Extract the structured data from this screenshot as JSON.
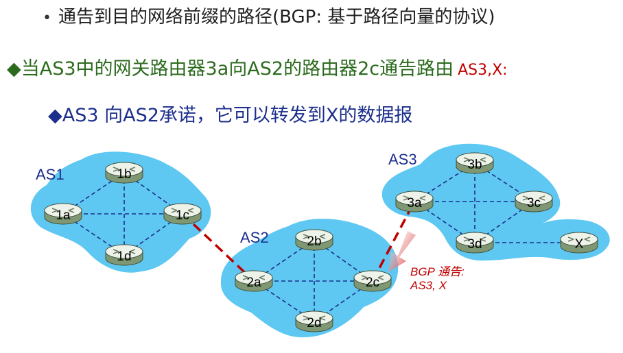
{
  "text": {
    "bullet1": "通告到目的网络前缀的路径(BGP: 基于路径向量的协议)",
    "bullet2_main": "当AS3中的网关路由器3a向AS2的路由器2c通告路由",
    "bullet2_route": "AS3,X:",
    "bullet3": "AS3 向AS2承诺，它可以转发到X的数据报"
  },
  "diagram": {
    "as_labels": {
      "as1": "AS1",
      "as2": "AS2",
      "as3": "AS3"
    },
    "routers": {
      "r1a": "1a",
      "r1b": "1b",
      "r1c": "1c",
      "r1d": "1d",
      "r2a": "2a",
      "r2b": "2b",
      "r2c": "2c",
      "r2d": "2d",
      "r3a": "3a",
      "r3b": "3b",
      "r3c": "3c",
      "r3d": "3d",
      "rx": "X"
    },
    "advertisement": {
      "line1": "BGP 通告:",
      "line2": "AS3, X"
    }
  },
  "colors": {
    "cloud": "#5ec8f2",
    "inter_as_link": "#c00000",
    "intra_as_link": "#1c2f8c",
    "router_body": "#7f9873",
    "router_top": "#eef3ea"
  }
}
